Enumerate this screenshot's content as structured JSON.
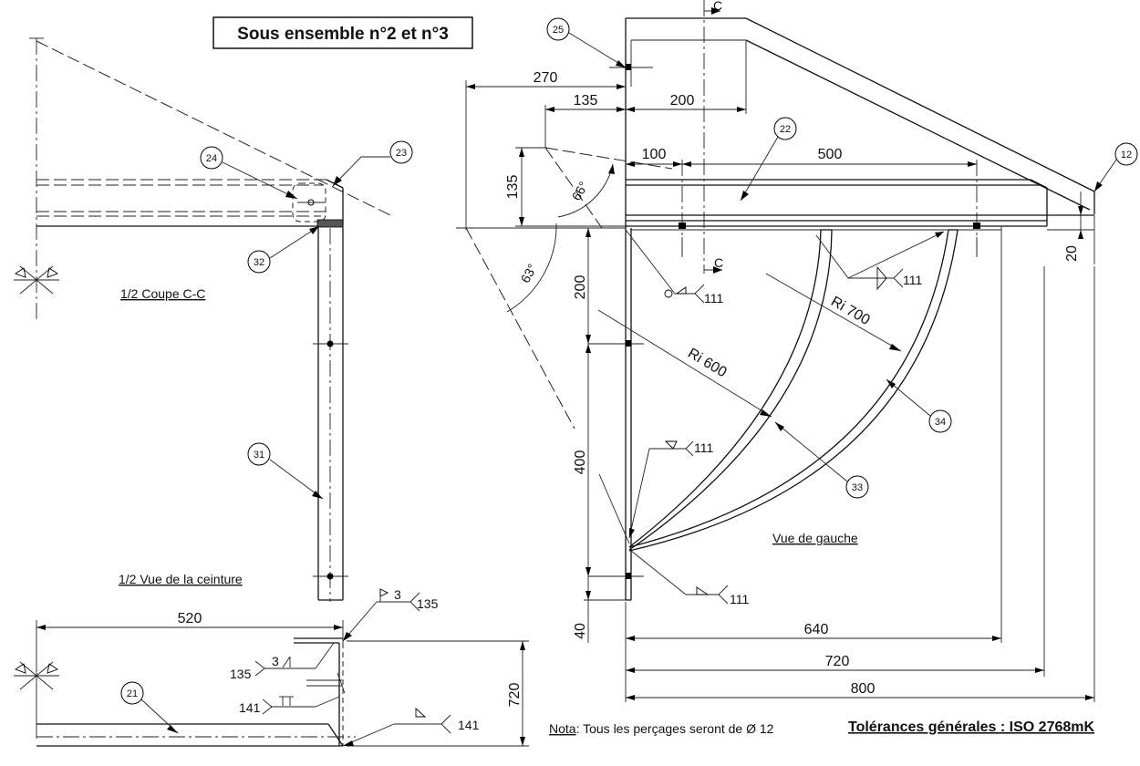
{
  "title": "Sous ensemble n°2 et n°3",
  "views": {
    "coupe": "1/2 Coupe C-C",
    "ceinture": "1/2 Vue de la ceinture",
    "gauche": "Vue de gauche"
  },
  "section_mark": "C",
  "bubbles": [
    "25",
    "22",
    "12",
    "24",
    "23",
    "32",
    "31",
    "21",
    "34",
    "33"
  ],
  "dimensions": {
    "d270": "270",
    "d135h": "135",
    "d200h": "200",
    "d100": "100",
    "d500": "500",
    "d135v": "135",
    "d66": "66°",
    "d63": "63°",
    "d200v": "200",
    "d400": "400",
    "d40": "40",
    "d20": "20",
    "d640": "640",
    "d720h": "720",
    "d800": "800",
    "d520": "520",
    "d720v": "720",
    "ri700": "Ri 700",
    "ri600": "Ri 600"
  },
  "welds": {
    "w111": "111",
    "w135": "135",
    "w141": "141",
    "w3": "3"
  },
  "note": {
    "label": "Nota",
    "text": ": Tous les perçages seront de Ø 12"
  },
  "tolerances": "Tolérances générales : ISO 2768mK"
}
